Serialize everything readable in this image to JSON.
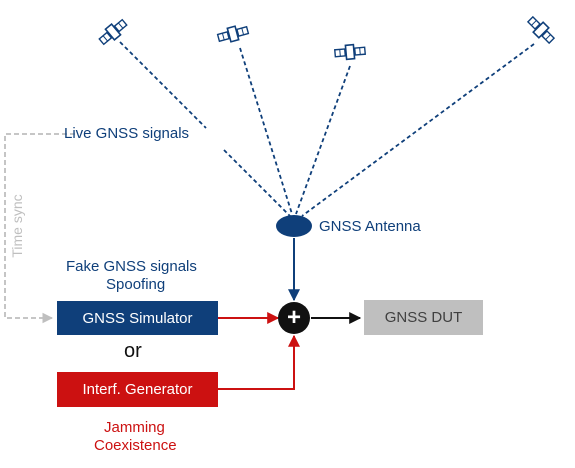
{
  "labels": {
    "live_signals": "Live GNSS signals",
    "antenna": "GNSS Antenna",
    "time_sync": "Time sync",
    "fake_signals": "Fake GNSS signals",
    "spoofing": "Spoofing",
    "simulator": "GNSS Simulator",
    "or": "or",
    "interf_generator": "Interf. Generator",
    "jamming": "Jamming",
    "coexistence": "Coexistence",
    "dut": "GNSS DUT",
    "combiner_symbol": "+"
  },
  "colors": {
    "navy": "#0f3f7a",
    "red": "#cc1111",
    "gray": "#bfbfbf",
    "dark_text": "#404040",
    "combiner": "#111111"
  },
  "icons": [
    "satellite-icon",
    "satellite-icon",
    "satellite-icon",
    "satellite-icon",
    "antenna-icon",
    "combiner-icon"
  ]
}
